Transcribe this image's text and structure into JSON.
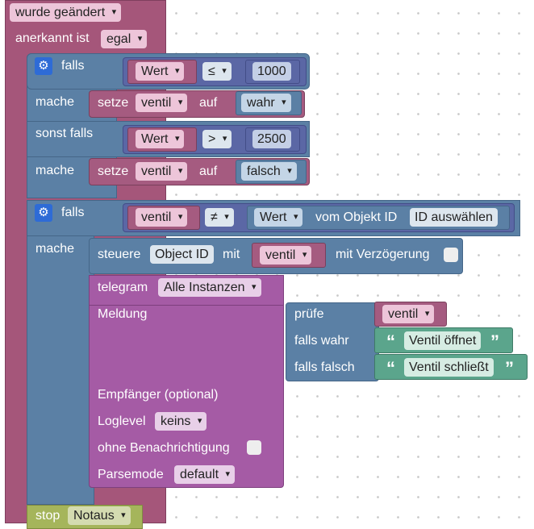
{
  "trigger": {
    "event_value": "wurde geändert",
    "ack_label": "anerkannt ist",
    "ack_value": "egal"
  },
  "if1": {
    "if_label": "falls",
    "cond1": {
      "left": "Wert",
      "op": "≤",
      "right": "1000"
    },
    "do_label": "mache",
    "set1": {
      "label": "setze",
      "var": "ventil",
      "to_label": "auf",
      "value": "wahr"
    },
    "elseif_label": "sonst falls",
    "cond2": {
      "left": "Wert",
      "op": ">",
      "right": "2500"
    },
    "set2": {
      "label": "setze",
      "var": "ventil",
      "to_label": "auf",
      "value": "falsch"
    }
  },
  "if2": {
    "if_label": "falls",
    "cond": {
      "left": "ventil",
      "op": "≠",
      "value_label": "Wert",
      "from_object_label": "vom Objekt ID",
      "object_id": "ID auswählen"
    },
    "do_label": "mache",
    "control": {
      "label": "steuere",
      "object_id": "Object ID",
      "with_label": "mit",
      "value": "ventil",
      "delay_label": "mit Verzögerung"
    },
    "telegram": {
      "label": "telegram",
      "instance": "Alle Instanzen",
      "message_label": "Meldung",
      "ternary": {
        "test_label": "prüfe",
        "test_value": "ventil",
        "true_label": "falls wahr",
        "true_text": "Ventil öffnet",
        "false_label": "falls falsch",
        "false_text": "Ventil schließt",
        "open_quote": "“",
        "close_quote": "”"
      },
      "recipient_label": "Empfänger (optional)",
      "loglevel_label": "Loglevel",
      "loglevel_value": "keins",
      "silent_label": "ohne Benachrichtigung",
      "parsemode_label": "Parsemode",
      "parsemode_value": "default"
    }
  },
  "stop": {
    "label": "stop",
    "value": "Notaus"
  },
  "icons": {
    "gear": "gear-icon"
  },
  "colors": {
    "event": "#a5567a",
    "logic": "#5b80a5",
    "variable": "#a55b80",
    "math": "#5b67a5",
    "text": "#5ba58c",
    "message": "#a55ba5",
    "stop": "#a5b55b"
  }
}
